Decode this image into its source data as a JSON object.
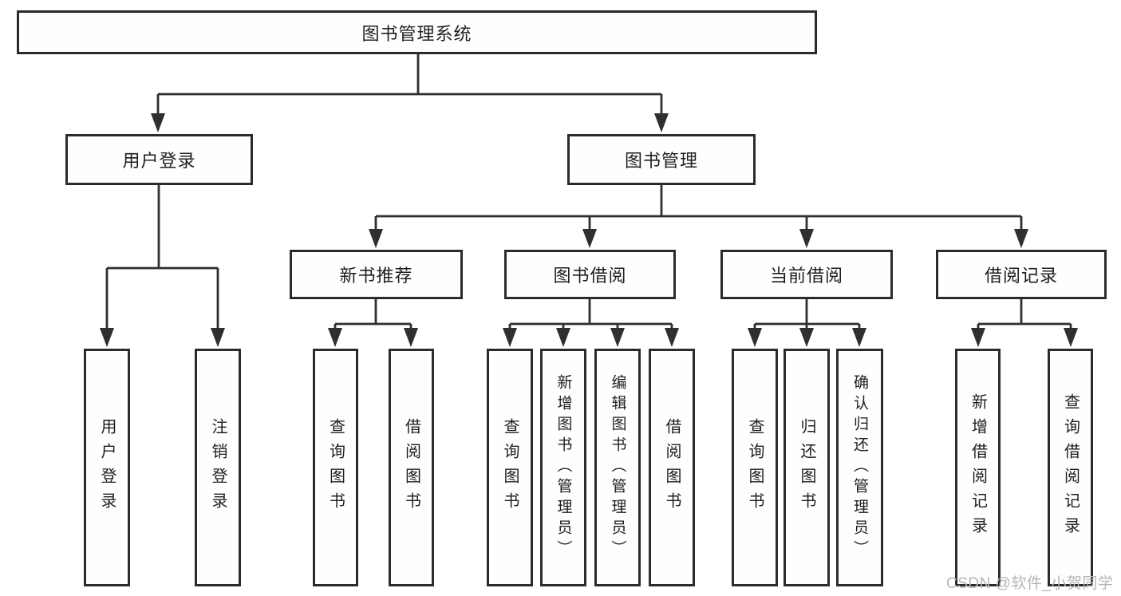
{
  "colors": {
    "line": "#2f2f2f",
    "box_border": "#2b2b2b",
    "text": "#1e1e1e",
    "watermark_text": "#b5b5b5",
    "background": "#ffffff"
  },
  "watermark": {
    "text": "CSDN @软件_小贺同学"
  },
  "diagram": {
    "root": {
      "label": "图书管理系统"
    },
    "branches": [
      {
        "label": "用户登录",
        "children": [
          {
            "label": "用户登录"
          },
          {
            "label": "注销登录"
          }
        ]
      },
      {
        "label": "图书管理",
        "children": [
          {
            "label": "新书推荐",
            "children": [
              {
                "label": "查询图书"
              },
              {
                "label": "借阅图书"
              }
            ]
          },
          {
            "label": "图书借阅",
            "children": [
              {
                "label": "查询图书"
              },
              {
                "label": "新增图书（管理员）"
              },
              {
                "label": "编辑图书（管理员）"
              },
              {
                "label": "借阅图书"
              }
            ]
          },
          {
            "label": "当前借阅",
            "children": [
              {
                "label": "查询图书"
              },
              {
                "label": "归还图书"
              },
              {
                "label": "确认归还（管理员）"
              }
            ]
          },
          {
            "label": "借阅记录",
            "children": [
              {
                "label": "新增借阅记录"
              },
              {
                "label": "查询借阅记录"
              }
            ]
          }
        ]
      }
    ]
  }
}
